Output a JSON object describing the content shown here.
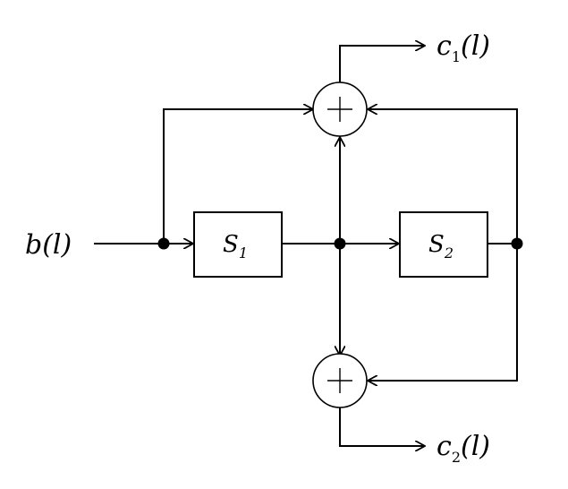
{
  "labels": {
    "input": "b(l)",
    "output1_main": "c",
    "output1_sub": "1",
    "output1_arg": "(l)",
    "output2_main": "c",
    "output2_sub": "2",
    "output2_arg": "(l)"
  },
  "blocks": {
    "s1_main": "S",
    "s1_sub": "1",
    "s2_main": "S",
    "s2_sub": "2"
  }
}
